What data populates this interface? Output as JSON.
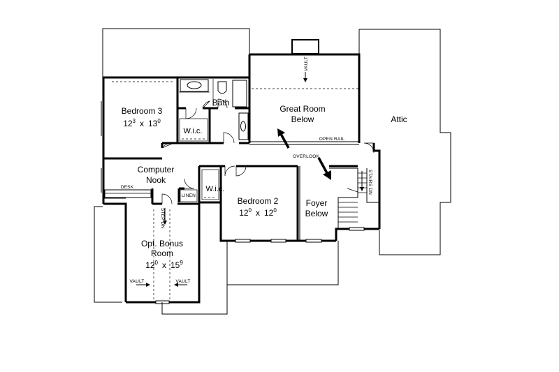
{
  "rooms": {
    "bedroom3": {
      "name": "Bedroom 3",
      "w_main": "12",
      "w_sup": "3",
      "x": "x",
      "l_main": "13",
      "l_sup": "0"
    },
    "bath": {
      "name": "Bath"
    },
    "wic1": {
      "name": "W.i.c."
    },
    "great_room": {
      "line1": "Great Room",
      "line2": "Below"
    },
    "attic": {
      "name": "Attic"
    },
    "computer_nook": {
      "line1": "Computer",
      "line2": "Nook"
    },
    "wic2": {
      "name": "W.i.c."
    },
    "bedroom2": {
      "name": "Bedroom 2",
      "w_main": "12",
      "w_sup": "0",
      "x": "x",
      "l_main": "12",
      "l_sup": "0"
    },
    "foyer": {
      "line1": "Foyer",
      "line2": "Below"
    },
    "bonus": {
      "line1": "Opt. Bonus",
      "line2": "Room",
      "w_main": "12",
      "w_sup": "0",
      "x": "x",
      "l_main": "15",
      "l_sup": "9"
    }
  },
  "notes": {
    "vault_great": "VAULT",
    "open_rail": "OPEN RAIL",
    "overlook": "OVERLOOK",
    "desk": "DESK",
    "linen": "LINEN",
    "step_dn": "STEP DN",
    "stairs_dn": "STAIRS DN",
    "vault_left": "VAULT",
    "vault_right": "VAULT"
  }
}
